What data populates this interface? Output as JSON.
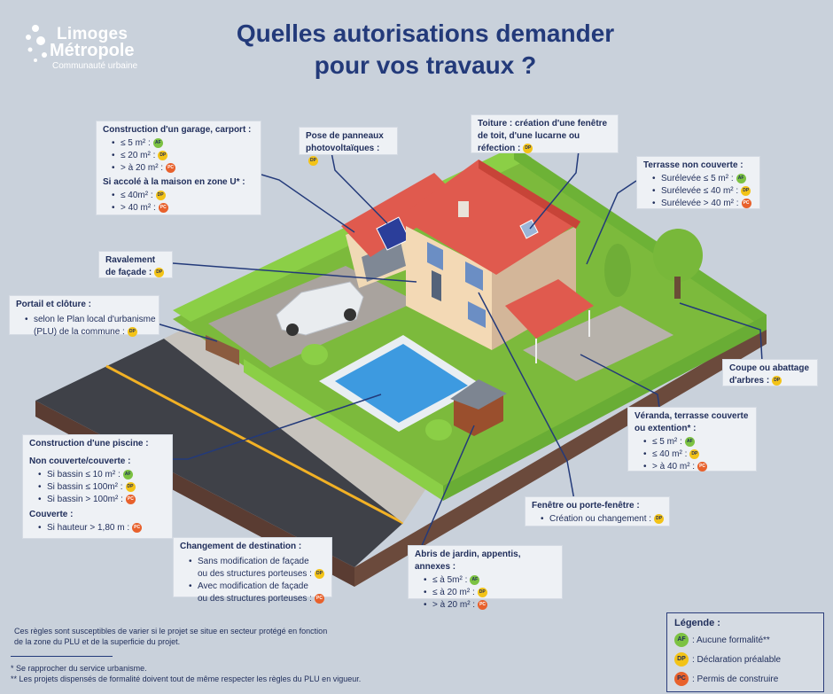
{
  "logo": {
    "line1": "Limoges",
    "line2": "Métropole",
    "line3": "Communauté urbaine"
  },
  "title": {
    "line1": "Quelles autorisations demander",
    "line2": "pour vos travaux ?"
  },
  "badges": {
    "af": "AF",
    "dp": "DP",
    "pc": "PC"
  },
  "garage": {
    "heading": "Construction d'un garage, carport :",
    "items": [
      "≤ 5 m² :",
      "≤ 20 m² :",
      "> à 20 m² :"
    ],
    "sub_heading": "Si accolé à la maison en zone U* :",
    "sub_items": [
      "≤ 40m² :",
      "> 40 m² :"
    ]
  },
  "solar": {
    "line1": "Pose de panneaux",
    "line2": "photovoltaïques :"
  },
  "roof": {
    "line1": "Toiture : création d'une fenêtre",
    "line2": "de toit, d'une lucarne ou",
    "line3": "réfection :"
  },
  "terrace": {
    "heading": "Terrasse non couverte :",
    "items": [
      "Surélevée ≤ 5 m² :",
      "Surélevée ≤ 40 m² :",
      "Surélevée > 40 m² :"
    ]
  },
  "facade": {
    "line1": "Ravalement",
    "line2": "de façade :"
  },
  "gate": {
    "heading": "Portail et clôture :",
    "item1": "selon le Plan local d'urbanisme",
    "item2": "(PLU) de la commune :"
  },
  "trees": {
    "line1": "Coupe ou abattage",
    "line2": "d'arbres :"
  },
  "veranda": {
    "line1": "Véranda, terrasse couverte",
    "line2": "ou extention* :",
    "items": [
      "≤ 5 m² :",
      "≤ 40 m² :",
      "> à 40 m² :"
    ]
  },
  "pool": {
    "heading": "Construction d'une piscine :",
    "sub1": "Non couverte/couverte :",
    "items1": [
      "Si bassin ≤ 10 m² :",
      "Si bassin ≤ 100m² :",
      "Si bassin > 100m² :"
    ],
    "sub2": "Couverte :",
    "items2": [
      "Si hauteur > 1,80 m :"
    ]
  },
  "window": {
    "heading": "Fenêtre ou porte-fenêtre :",
    "item": "Création ou changement :"
  },
  "destination": {
    "heading": "Changement de destination :",
    "item1a": "Sans modification de façade",
    "item1b": "ou des structures porteuses :",
    "item2a": "Avec modification de façade",
    "item2b": "ou des structures porteuses :"
  },
  "shed": {
    "heading": "Abris de jardin, appentis, annexes :",
    "items": [
      "≤ à 5m² :",
      "≤ à 20 m² :",
      "> à 20 m² :"
    ]
  },
  "disclaimer": {
    "line1": "Ces règles sont susceptibles de varier si le projet se situe en secteur protégé en fonction",
    "line2": "de la zone du PLU et de la superficie du projet."
  },
  "footnotes": {
    "f1": "* Se rapprocher du service urbanisme.",
    "f2": "** Les projets dispensés de formalité doivent tout de même respecter les règles du PLU en vigueur."
  },
  "legend": {
    "title": "Légende :",
    "af": ": Aucune formalité**",
    "dp": ": Déclaration préalable",
    "pc": ": Permis de construire"
  },
  "colors": {
    "af": "#7cc242",
    "dp": "#f3c317",
    "pc": "#e8612c",
    "navy": "#233a7a",
    "background": "#c9d1db"
  }
}
